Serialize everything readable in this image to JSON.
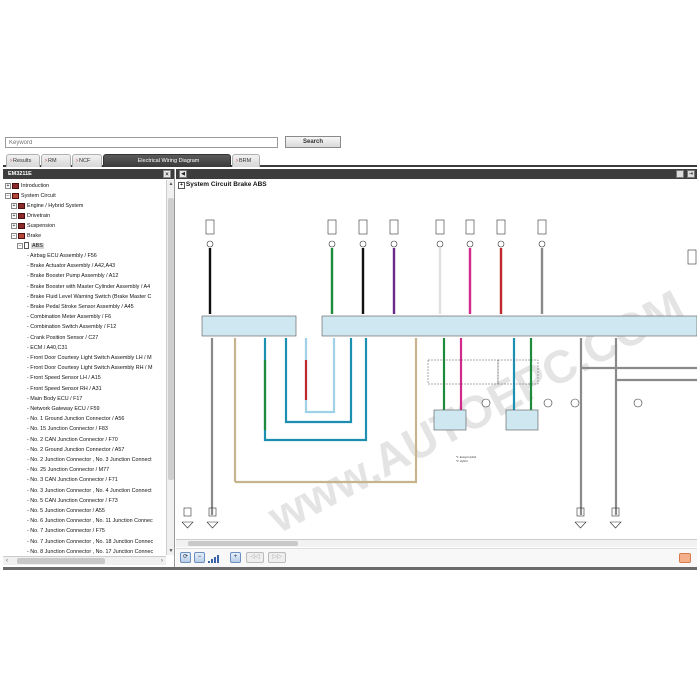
{
  "search": {
    "placeholder": "Keyword",
    "button_label": "Search"
  },
  "tabs": [
    {
      "label": "Results"
    },
    {
      "label": "RM"
    },
    {
      "label": "NCF"
    },
    {
      "label": "Electrical Wiring Diagram"
    },
    {
      "label": "BRM"
    }
  ],
  "left_panel": {
    "title": "EM3211E",
    "close_label": "×",
    "tree": [
      {
        "label": "Introduction"
      },
      {
        "label": "System Circuit"
      },
      {
        "label": "Engine / Hybrid System"
      },
      {
        "label": "Drivetrain"
      },
      {
        "label": "Suspension"
      },
      {
        "label": "Brake"
      },
      {
        "label": "ABS"
      }
    ],
    "leaves": [
      "- Airbag ECU Assembly / F56",
      "- Brake Actuator Assembly / A42,A43",
      "- Brake Booster Pump Assembly / A12",
      "- Brake Booster with Master Cylinder Assembly / A4",
      "- Brake Fluid Level Warning Switch (Brake Master C",
      "- Brake Pedal Stroke Sensor Assembly / A45",
      "- Combination Meter Assembly / F6",
      "- Combination Switch Assembly / F12",
      "- Crank Position Sensor / C27",
      "- ECM / A40,C31",
      "- Front Door Courtesy Light Switch Assembly LH / M",
      "- Front Door Courtesy Light Switch Assembly RH / M",
      "- Front Speed Sensor LH / A15",
      "- Front Speed Sensor RH / A31",
      "- Main Body ECU / F17",
      "- Network Gateway ECU / F59",
      "- No. 1 Ground Junction Connector / A56",
      "- No. 15 Junction Connector / F83",
      "- No. 2 CAN Junction Connector / F70",
      "- No. 2 Ground Junction Connector / A57",
      "- No. 2 Junction Connector , No. 3 Junction Connect",
      "- No. 25 Junction Connector / M77",
      "- No. 3 CAN Junction Connector / F71",
      "- No. 3 Junction Connector , No. 4 Junction Connect",
      "- No. 5 CAN Junction Connector / F73",
      "- No. 5 Junction Connector / A55",
      "- No. 6 Junction Connector , No. 11 Junction Connec",
      "- No. 7 Junction Connector / F75",
      "- No. 7 Junction Connector , No. 18 Junction Connec",
      "- No. 8 Junction Connector , No. 17 Junction Connec"
    ]
  },
  "diagram": {
    "title": "System Circuit  Brake  ABS",
    "expand_label": "+",
    "watermark": "www.AUTOEPC.COM",
    "legend": [
      "*1: Except Hybrid",
      "*2: Hybrid"
    ]
  },
  "colors": {
    "wire_black": "#111111",
    "wire_green": "#1e8a3c",
    "wire_purple": "#6a2a8a",
    "wire_blue": "#1d8fb0",
    "wire_light_blue": "#9fd2e8",
    "wire_red": "#c0282d",
    "wire_pink": "#d02a8a",
    "wire_tan": "#c8b48c",
    "wire_gray": "#8a8a8a",
    "ecu_fill": "#cfe7f0"
  }
}
